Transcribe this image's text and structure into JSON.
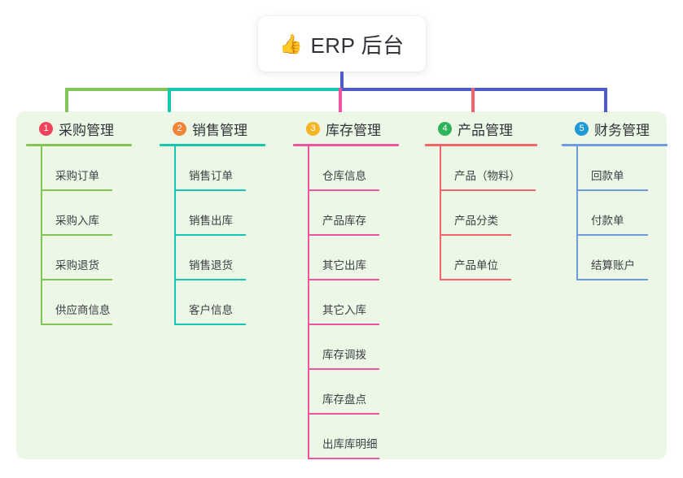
{
  "diagram": {
    "title": "ERP 后台",
    "type": "mind-map",
    "root": {
      "emoji": "👍",
      "emoji_name": "thumbs-up-icon",
      "label": "ERP 后台"
    },
    "panel_color": "#edf7e6",
    "root_stem_color": "#4b5cc8",
    "branches": [
      {
        "index": "1",
        "title": "采购管理",
        "badge_color": "#f2435e",
        "line_color": "#82c556",
        "items": [
          {
            "label": "采购订单"
          },
          {
            "label": "采购入库"
          },
          {
            "label": "采购退货"
          },
          {
            "label": "供应商信息"
          }
        ]
      },
      {
        "index": "2",
        "title": "销售管理",
        "badge_color": "#f08437",
        "line_color": "#17c6b0",
        "items": [
          {
            "label": "销售订单"
          },
          {
            "label": "销售出库"
          },
          {
            "label": "销售退货"
          },
          {
            "label": "客户信息"
          }
        ]
      },
      {
        "index": "3",
        "title": "库存管理",
        "badge_color": "#f5b423",
        "line_color": "#ef54a1",
        "items": [
          {
            "label": "仓库信息"
          },
          {
            "label": "产品库存"
          },
          {
            "label": "其它出库"
          },
          {
            "label": "其它入库"
          },
          {
            "label": "库存调拨"
          },
          {
            "label": "库存盘点"
          },
          {
            "label": "出库库明细"
          }
        ]
      },
      {
        "index": "4",
        "title": "产品管理",
        "badge_color": "#2bb558",
        "line_color": "#f2636b",
        "items": [
          {
            "label": "产品（物料）"
          },
          {
            "label": "产品分类"
          },
          {
            "label": "产品单位"
          }
        ]
      },
      {
        "index": "5",
        "title": "财务管理",
        "badge_color": "#1f9ad6",
        "line_color": "#6f9ae0",
        "items": [
          {
            "label": "回款单"
          },
          {
            "label": "付款单"
          },
          {
            "label": "结算账户"
          }
        ]
      }
    ]
  }
}
